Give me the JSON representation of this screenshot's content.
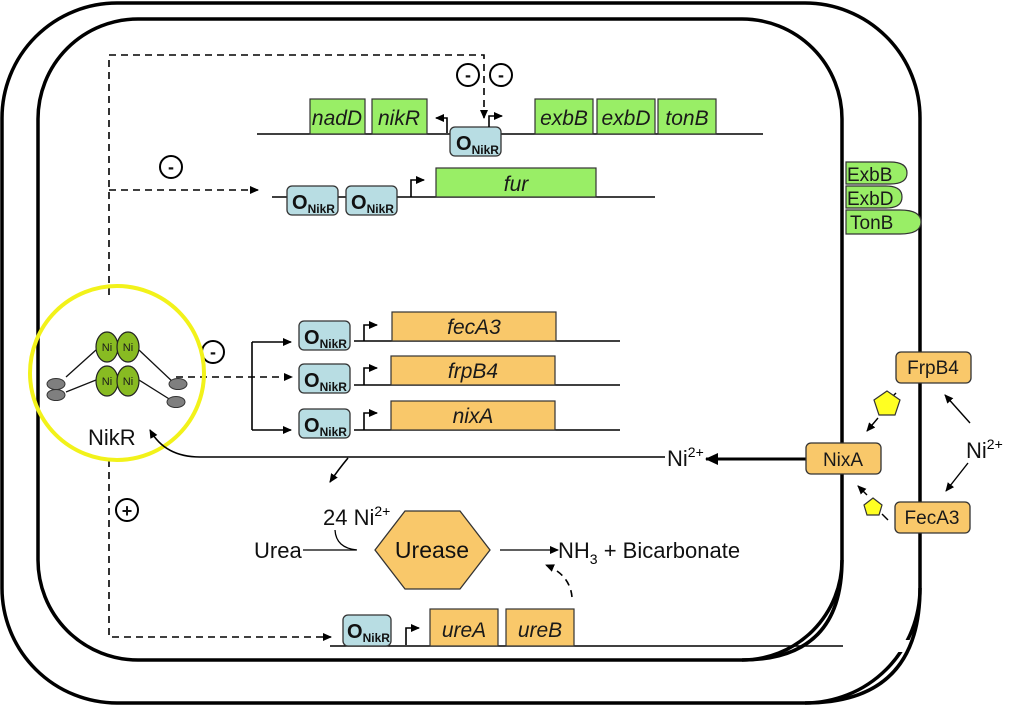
{
  "colors": {
    "green_gene": "#99ee66",
    "orange_gene": "#f9c86a",
    "operator": "#b8dde3",
    "nikr_protein": "#88bb22",
    "nikr_arm": "#7f7f7f",
    "highlight_circle": "#f2f21a",
    "pentagon": "#ffff22",
    "line": "#000000"
  },
  "operator": {
    "main": "O",
    "sub": "NikR"
  },
  "regulation_signs": {
    "repress": "-",
    "activate": "+"
  },
  "operons": {
    "top": {
      "left_genes": [
        "nadD",
        "nikR"
      ],
      "right_genes": [
        "exbB",
        "exbD",
        "tonB"
      ]
    },
    "fur": {
      "genes": [
        "fur"
      ]
    },
    "fecA3": {
      "genes": [
        "fecA3"
      ]
    },
    "frpB4": {
      "genes": [
        "frpB4"
      ]
    },
    "nixA": {
      "genes": [
        "nixA"
      ]
    },
    "ure": {
      "genes": [
        "ureA",
        "ureB"
      ]
    }
  },
  "membrane_proteins": {
    "ton_complex": [
      "ExbB",
      "ExbD",
      "TonB"
    ],
    "outer": [
      "FrpB4",
      "FecA3"
    ],
    "inner": "NixA"
  },
  "nikr": {
    "label": "NikR",
    "ni_labels": [
      "Ni",
      "Ni",
      "Ni",
      "Ni"
    ]
  },
  "labels": {
    "ni_inside": {
      "base": "Ni",
      "sup": "2+"
    },
    "ni_outside": {
      "base": "Ni",
      "sup": "2+"
    },
    "ni_urease": {
      "prefix": "24 ",
      "base": "Ni",
      "sup": "2+"
    },
    "urea": "Urea",
    "urease": "Urease",
    "products": {
      "base": "NH",
      "sub": "3",
      "rest": " + Bicarbonate"
    }
  }
}
